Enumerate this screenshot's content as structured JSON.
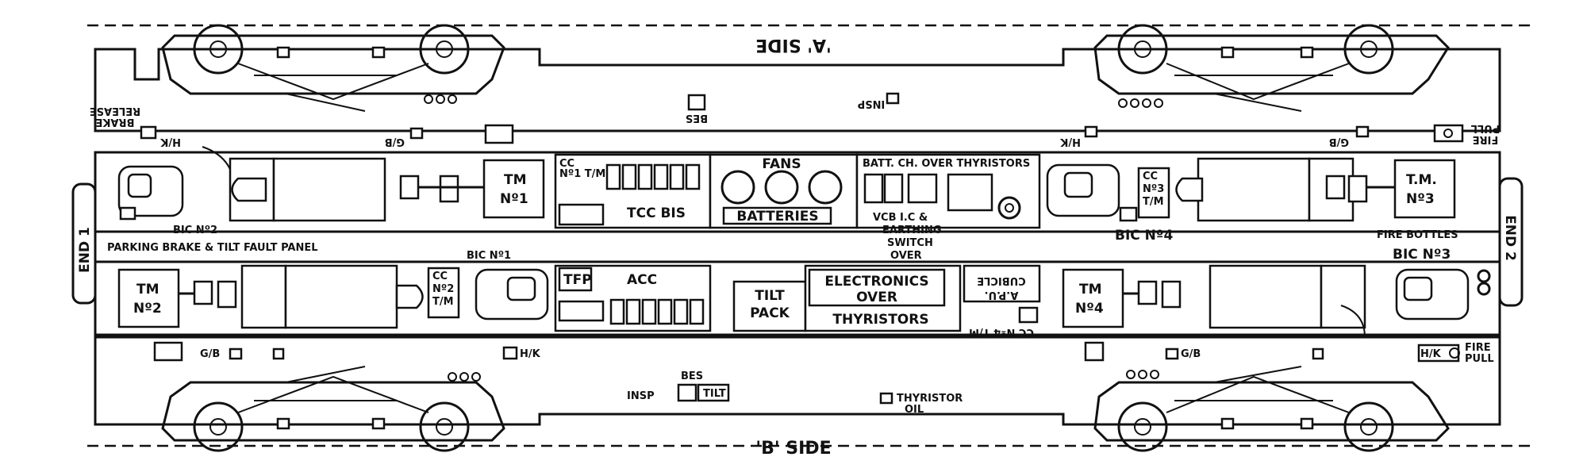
{
  "side_labels": {
    "a_side": "'A' SIDE",
    "b_side": "'B' SIDE"
  },
  "ends": {
    "end1": "END 1",
    "end2": "END 2"
  },
  "equipment": {
    "tm1": "TM",
    "tm1_num": "Nº1",
    "tm2": "TM",
    "tm2_num": "Nº2",
    "tm3": "T.M.",
    "tm3_num": "Nº3",
    "tm4": "TM",
    "tm4_num": "Nº4",
    "cc1_a": "CC",
    "cc1_b": "Nº1 T/M",
    "cc2_a": "CC",
    "cc2_b": "Nº2",
    "cc2_c": "T/M",
    "cc3_a": "CC",
    "cc3_b": "Nº3",
    "cc3_c": "T/M",
    "cc4": "CC Nº4 T/M",
    "tcc_bis": "TCC BIS",
    "fans": "FANS",
    "batteries": "BATTERIES",
    "batt_ch": "BATT. CH. OVER THYRISTORS",
    "vcb_1": "VCB I.C &",
    "vcb_2": "EARTHING",
    "vcb_3": "SWITCH",
    "vcb_4": "OVER",
    "tfp": "TFP",
    "acc": "ACC",
    "tilt_pack_1": "TILT",
    "tilt_pack_2": "PACK",
    "electronics_1": "ELECTRONICS",
    "electronics_2": "OVER",
    "thyristors": "THYRISTORS",
    "apu_1": "A.P.U.",
    "apu_2": "CUBICLE"
  },
  "annotations": {
    "bic1": "BIC Nº1",
    "bic2": "BIC Nº2",
    "bic3": "BIC Nº3",
    "bic4": "BIC Nº4",
    "parking_brake": "PARKING BRAKE & TILT FAULT PANEL",
    "fire_bottles": "FIRE BOTTLES",
    "brake_release_1": "BRAKE",
    "brake_release_2": "RELEASE",
    "fire_pull_a_1": "FIRE",
    "fire_pull_a_2": "PULL",
    "fire_pull_b_1": "FIRE",
    "fire_pull_b_2": "PULL",
    "bes_a": "BES",
    "bes_b": "BES",
    "insp_a": "INSP",
    "insp_b": "INSP",
    "tilt": "TILT",
    "thyristor_oil_1": "THYRISTOR",
    "thyristor_oil_2": "OIL",
    "hk": "H/K",
    "gb": "G/B"
  },
  "colors": {
    "ink": "#111111",
    "paper": "#ffffff"
  }
}
